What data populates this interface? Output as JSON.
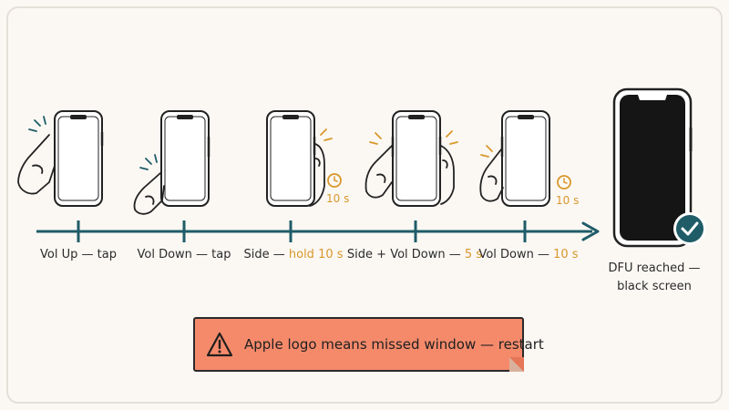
{
  "steps": [
    {
      "text": "Vol Up — tap",
      "accent": ""
    },
    {
      "text": "Vol Down — tap",
      "accent": ""
    },
    {
      "text": "Side — ",
      "accent": "hold 10 s"
    },
    {
      "text": "Side + Vol Down — ",
      "accent": "5 s"
    },
    {
      "text": "Vol Down — ",
      "accent": "10 s"
    }
  ],
  "timers": [
    "10 s",
    "10 s"
  ],
  "final_step": {
    "line1": "DFU reached —",
    "line2": "black screen"
  },
  "warning": {
    "text": "Apple logo means missed window — restart"
  },
  "colors": {
    "timeline": "#1f5c68",
    "accent": "#d9972a",
    "banner": "#f58a6b",
    "check": "#1f5c68",
    "screen_black": "#151515"
  }
}
